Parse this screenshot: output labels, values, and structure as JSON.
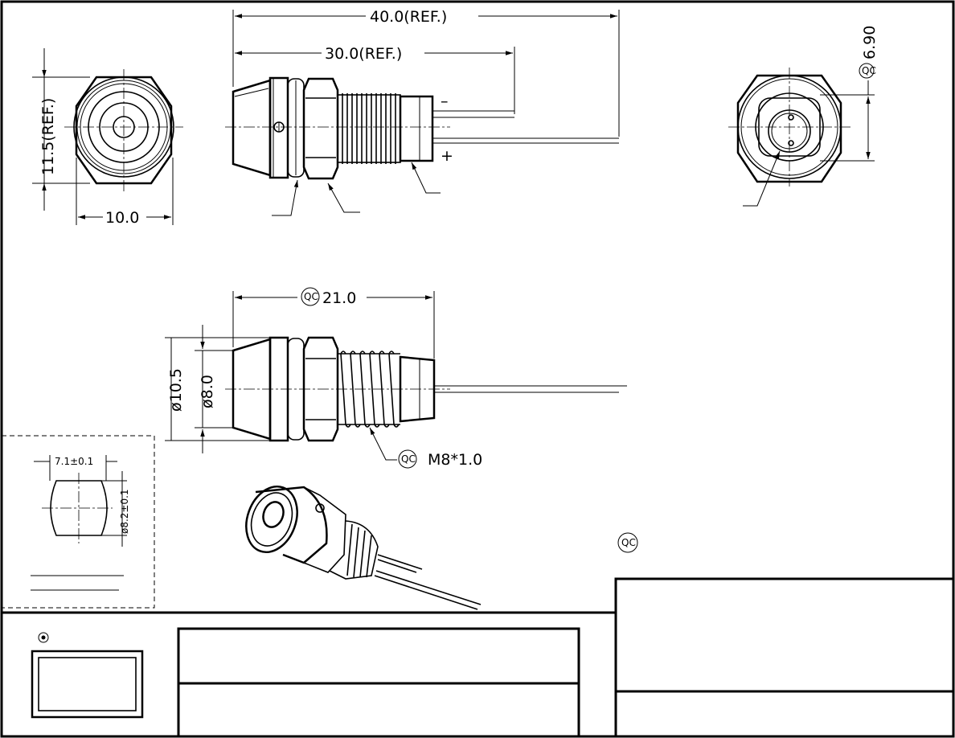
{
  "dimensions": {
    "overall_length": "40.0(REF.)",
    "body_length": "30.0(REF.)",
    "front_height": "11.5(REF.)",
    "front_width": "10.0",
    "rear_diameter": "6.90",
    "side_length": "21.0",
    "outer_diameter": "ø10.5",
    "inner_diameter": "ø8.0",
    "thread": "M8*1.0",
    "cutout_width": "7.1±0.1",
    "cutout_height": "ø8.2±0.1"
  },
  "polarity": {
    "minus": "–",
    "plus": "+"
  },
  "qc_mark": "QC",
  "colors": {
    "line": "#000000",
    "background": "#ffffff"
  }
}
